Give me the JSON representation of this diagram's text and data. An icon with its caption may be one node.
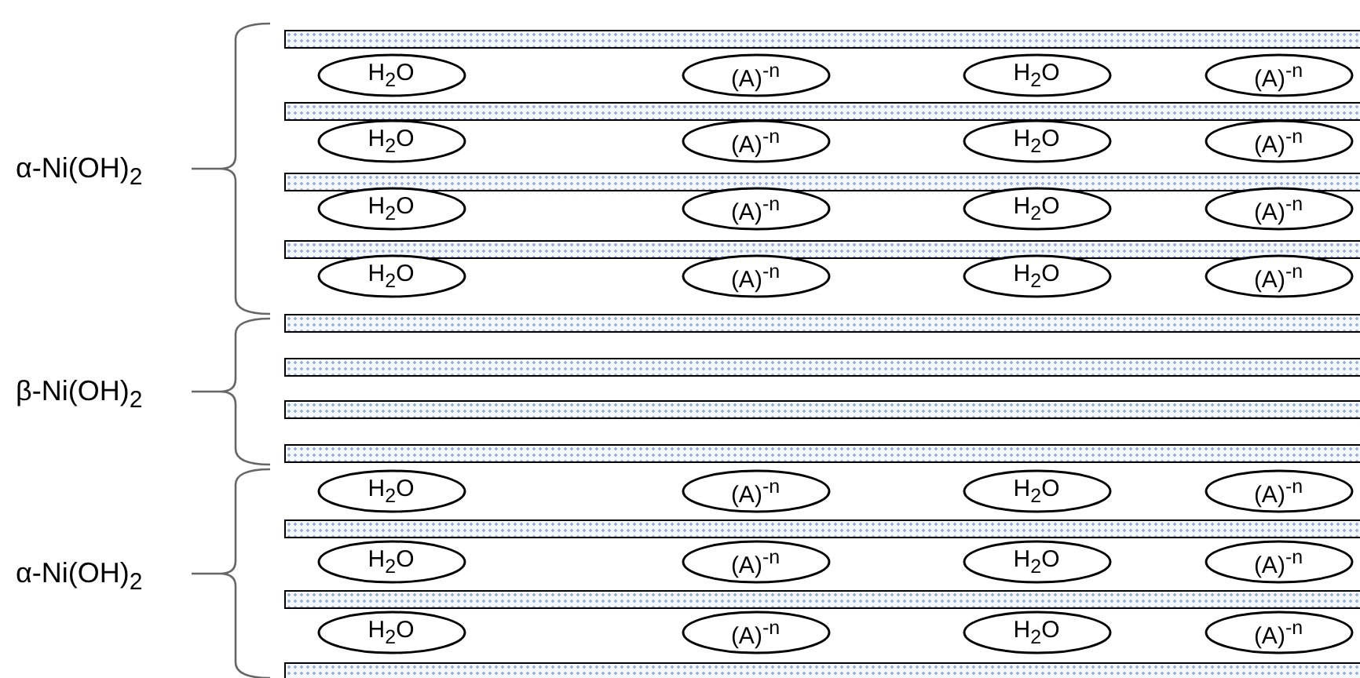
{
  "diagram": {
    "nodes": [
      {
        "text": [
          "H$_{2}$O"
        ]
      },
      {
        "text": [
          "(A)$^{-n}$"
        ]
      },
      {
        "text": [
          "H$_{2}$O"
        ]
      },
      {
        "text": [
          "(A)$^{-n}$"
        ]
      },
      {
        "text": [
          "H$_{2}$O"
        ]
      },
      {
        "text": [
          "(A)$^{-n}$"
        ]
      },
      {
        "text": [
          "H$_{2}$O"
        ]
      },
      {
        "text": [
          "(A)$^{-n}$"
        ]
      },
      {
        "text": [
          "H$_{2}$O"
        ]
      },
      {
        "text": [
          "(A)$^{-n}$"
        ]
      },
      {
        "text": [
          "H$_{2}$O"
        ]
      },
      {
        "text": [
          "(A)$^{-n}$"
        ]
      },
      {
        "text": [
          "H$_{2}$O"
        ]
      },
      {
        "text": [
          "(A)$^{-n}$"
        ]
      },
      {
        "text": [
          "H$_{2}$O"
        ]
      },
      {
        "text": [
          "(A)$^{-n}$"
        ]
      },
      {
        "text": [
          "H$_{2}$O"
        ]
      },
      {
        "text": [
          "(A)$^{-n}$"
        ]
      },
      {
        "text": [
          "H$_{2}$O"
        ]
      },
      {
        "text": [
          "(A)$^{-n}$"
        ]
      },
      {
        "text": [
          "H$_{2}$O"
        ]
      },
      {
        "text": [
          "(A)$^{-n}$"
        ]
      },
      {
        "text": [
          "H$_{2}$O"
        ]
      },
      {
        "text": [
          "(A)$^{-n}$"
        ]
      },
      {
        "text": [
          "H$_{2}$O"
        ]
      },
      {
        "text": [
          "(A)$^{-n}$"
        ]
      },
      {
        "text": [
          "H$_{2}$O"
        ]
      },
      {
        "text": [
          "(A)$^{-n}$"
        ]
      }
    ],
    "labels": [
      "α-Ni(OH)$_{2}$",
      "β-Ni(OH)$_{2}$",
      "α-Ni(OH)$_{2}$"
    ]
  }
}
